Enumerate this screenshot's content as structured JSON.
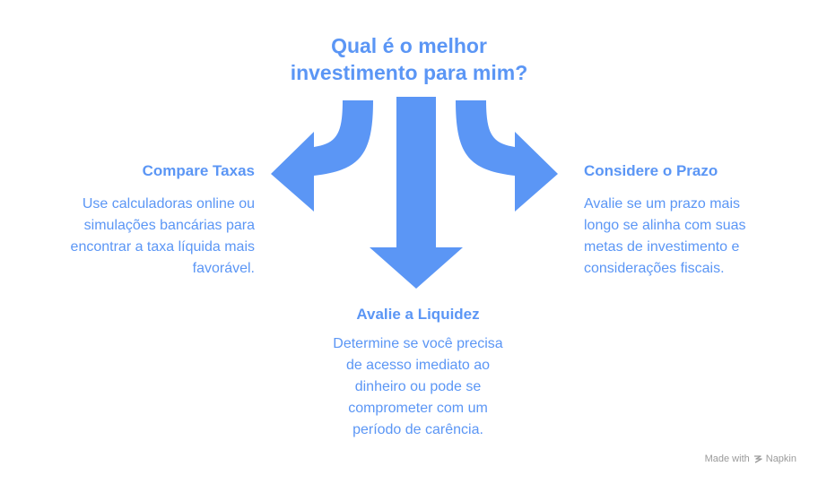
{
  "title": {
    "line1": "Qual é o melhor",
    "line2": "investimento para mim?"
  },
  "branches": {
    "left": {
      "heading": "Compare Taxas",
      "lines": [
        "Use calculadoras online ou",
        "simulações bancárias para",
        "encontrar a taxa líquida mais",
        "favorável."
      ]
    },
    "center": {
      "heading": "Avalie a Liquidez",
      "lines": [
        "Determine se você precisa",
        "de acesso imediato ao",
        "dinheiro ou pode se",
        "comprometer com um",
        "período de carência."
      ]
    },
    "right": {
      "heading": "Considere o Prazo",
      "lines": [
        "Avalie se um prazo mais",
        "longo se alinha com suas",
        "metas de investimento e",
        "considerações fiscais."
      ]
    }
  },
  "watermark": {
    "prefix": "Made with",
    "brand": "Napkin"
  },
  "colors": {
    "accent": "#5b96f5",
    "watermark": "#9a9a9a"
  },
  "icons": {
    "arrows": [
      "arrow-left-icon",
      "arrow-down-icon",
      "arrow-right-icon"
    ],
    "brand": "napkin-logo-icon"
  }
}
